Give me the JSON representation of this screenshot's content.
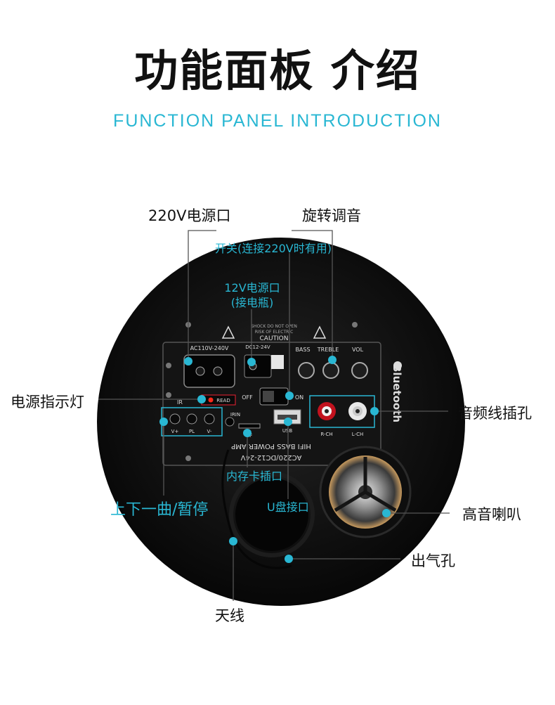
{
  "title": "功能面板 介绍",
  "subtitle": "FUNCTION PANEL INTRODUCTION",
  "callouts": {
    "power_220v": "220V电源口",
    "rotary_tune": "旋转调音",
    "switch": "开关(连接220V时有用)",
    "power_12v_line1": "12V电源口",
    "power_12v_line2": "(接电瓶)",
    "power_indicator": "电源指示灯",
    "audio_jack": "音频线插孔",
    "track_pause": "上下一曲/暂停",
    "card_slot": "内存卡插口",
    "usb_port": "U盘接口",
    "tweeter": "高音喇叭",
    "vent": "出气孔",
    "antenna": "天线"
  },
  "panel": {
    "caution_1": "CAUTION",
    "caution_2": "RISK OF ELECTRIC",
    "caution_3": "SHOCK DO NOT OPEN",
    "ac_label": "AC110V-240V",
    "dc_label": "DC12-24V",
    "knob_labels": [
      "BASS",
      "TREBLE",
      "VOL"
    ],
    "off": "OFF",
    "on": "ON",
    "read": "READ",
    "ir": "IR",
    "irin": "IRIN",
    "usb": "USB",
    "tf": "TF",
    "rch": "R-CH",
    "lch": "L-CH",
    "btn_labels": [
      "V+",
      "PL",
      "V-"
    ],
    "amp_1": "HIFI BASS POWER AMP",
    "amp_2": "AC220/DC12-24V",
    "brand": "Bluetooth"
  },
  "colors": {
    "accent": "#29b7d3",
    "panel": "#111111",
    "felt": "#0d0d0d"
  }
}
